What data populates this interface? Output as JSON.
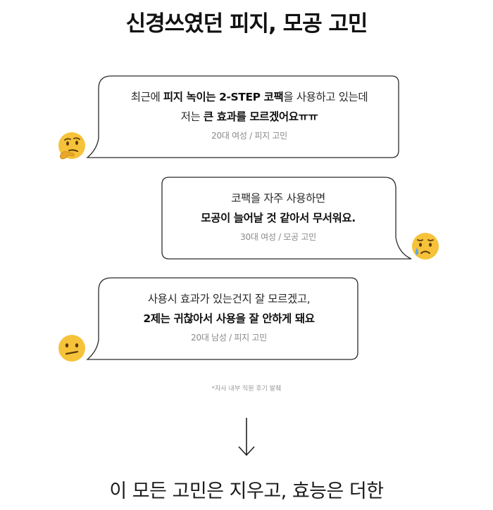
{
  "title": "신경쓰였던 피지, 모공 고민",
  "reviews": [
    {
      "line1": [
        {
          "t": "최근에 ",
          "b": false
        },
        {
          "t": "피지 녹이는 2-STEP 코팩",
          "b": true
        },
        {
          "t": "을 사용하고 있는데",
          "b": false
        }
      ],
      "line2": [
        {
          "t": "저는 ",
          "b": false
        },
        {
          "t": "큰 효과를 모르겠어요ㅠㅠ",
          "b": true
        }
      ],
      "meta": "20대 여성 / 피지 고민",
      "emoji": "thinking-face-icon"
    },
    {
      "line1": [
        {
          "t": "코팩을 자주 사용하면",
          "b": false
        }
      ],
      "line2": [
        {
          "t": "모공이 늘어날 것 같아서 무서워요.",
          "b": true
        }
      ],
      "meta": "30대 여성 / 모공 고민",
      "emoji": "crying-face-icon"
    },
    {
      "line1": [
        {
          "t": "사용시 효과가 있는건지 잘 모르겠고,",
          "b": false
        }
      ],
      "line2": [
        {
          "t": "2제는 귀찮아서 사용을 잘 안하게 돼요",
          "b": true
        }
      ],
      "meta": "20대 남성 / 피지 고민",
      "emoji": "confused-face-icon"
    }
  ],
  "note": "*자사 내부 직원 후기 발췌",
  "arrow_icon": "arrow-down-icon",
  "tagline": "이 모든 고민은 지우고, 효능은 더한",
  "colors": {
    "bubble_border": "#2b2b2b",
    "emoji_yellow": "#f6c23a",
    "tear_blue": "#5aa9e6"
  }
}
